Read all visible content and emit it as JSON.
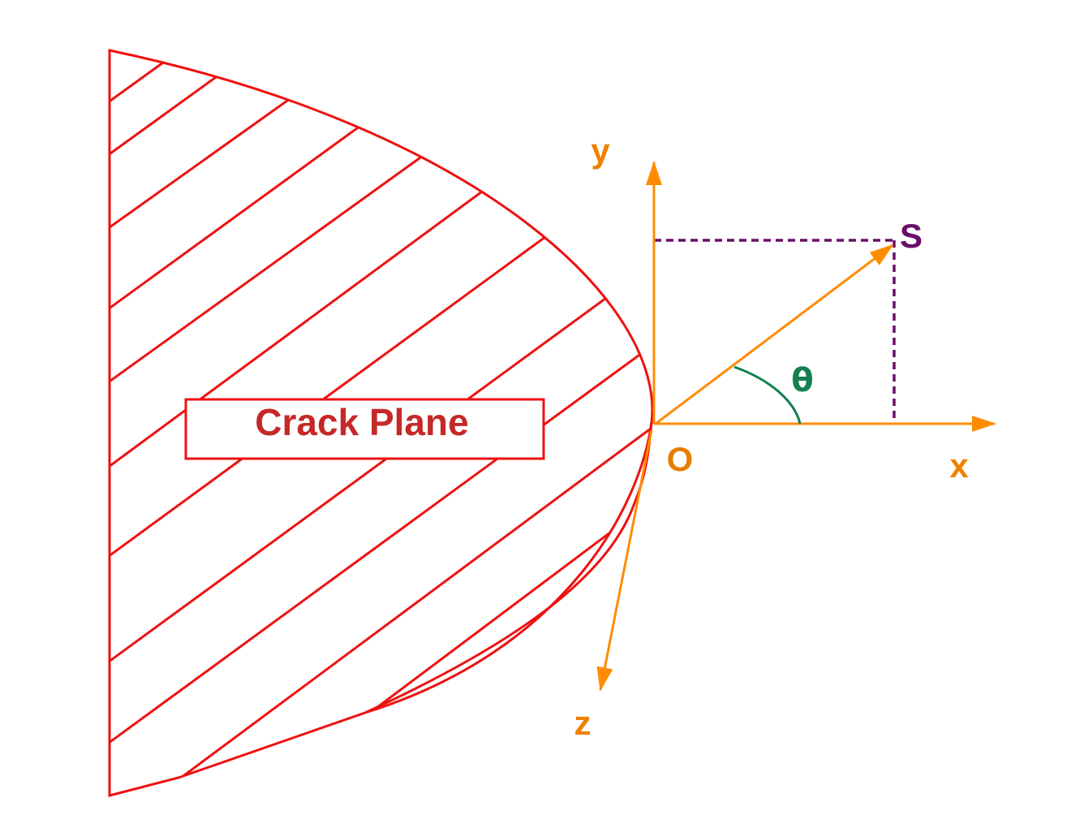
{
  "colors": {
    "crack": "#ee1111",
    "crack_label": "#c62828",
    "axis": "#ff8c00",
    "axis_label": "#f08000",
    "origin_label": "#e67e00",
    "point": "#6a0d6a",
    "angle": "#138050"
  },
  "labels": {
    "crack_plane": "Crack Plane",
    "x_axis": "x",
    "y_axis": "y",
    "z_axis": "z",
    "origin": "O",
    "point": "S",
    "angle": "θ"
  }
}
